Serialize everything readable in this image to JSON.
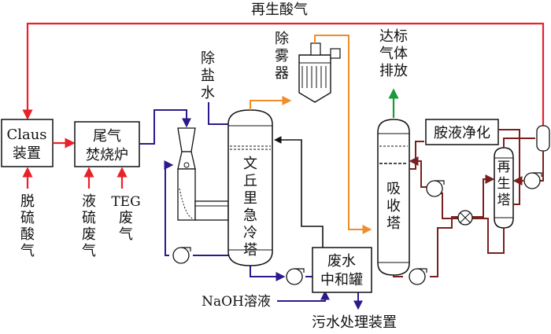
{
  "labels": {
    "regen_acid_gas": "再生酸气",
    "claus_line1": "Claus",
    "claus_line2": "装置",
    "incinerator_line1": "尾气",
    "incinerator_line2": "焚烧炉",
    "desulf_acid_gas": [
      "脱",
      "硫",
      "酸",
      "气"
    ],
    "liquid_sulfur_waste_gas": [
      "液",
      "硫",
      "废",
      "气"
    ],
    "teg_waste_gas_line1": "TEG",
    "teg_waste_gas_line2": "废",
    "teg_waste_gas_line3": "气",
    "desalinated_water": [
      "除",
      "盐",
      "水"
    ],
    "demister": [
      "除",
      "雾",
      "器"
    ],
    "quench_tower": [
      "文",
      "丘",
      "里",
      "急",
      "冷",
      "塔"
    ],
    "compliant_vent_line1": "达标",
    "compliant_vent_line2": "气体",
    "compliant_vent_line3": "排放",
    "absorber": [
      "吸",
      "收",
      "塔"
    ],
    "amine_purification": "胺液净化",
    "regenerator": [
      "再",
      "生",
      "塔"
    ],
    "neutralization_line1": "废水",
    "neutralization_line2": "中和罐",
    "naoh_solution": "NaOH溶液",
    "wastewater_treatment": "污水处理装置"
  },
  "colors": {
    "acid_gas_line": "#e8212b",
    "wastewater_line": "#2b1a8c",
    "gas_to_absorber_line": "#f08c2a",
    "amine_line": "#7a1f1f",
    "vent_line": "#1a9a3a",
    "outline": "#111111"
  },
  "icons": [
    "pump-icon",
    "heat-exchanger-icon",
    "arrow-icon"
  ]
}
